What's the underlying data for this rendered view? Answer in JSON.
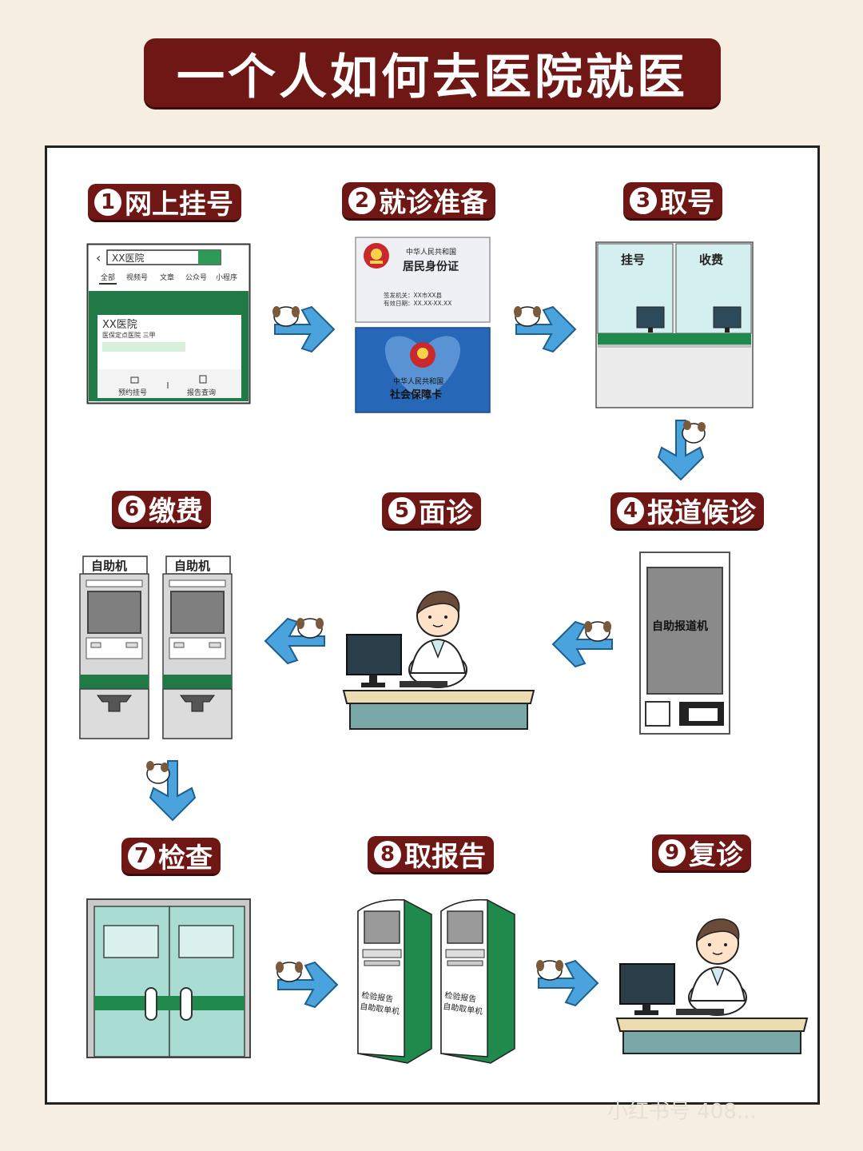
{
  "title": "一个人如何去医院就医",
  "steps": [
    {
      "num": "1",
      "label": "网上挂号"
    },
    {
      "num": "2",
      "label": "就诊准备"
    },
    {
      "num": "3",
      "label": "取号"
    },
    {
      "num": "4",
      "label": "报道候诊"
    },
    {
      "num": "5",
      "label": "面诊"
    },
    {
      "num": "6",
      "label": "缴费"
    },
    {
      "num": "7",
      "label": "检查"
    },
    {
      "num": "8",
      "label": "取报告"
    },
    {
      "num": "9",
      "label": "复诊"
    }
  ],
  "phone": {
    "search_text": "XX医院",
    "tabs": [
      "全部",
      "视频号",
      "文章",
      "公众号",
      "小程序"
    ],
    "hospital_name": "XX医院",
    "hospital_sub": "医保定点医院  三甲",
    "btn_appointment": "预约挂号",
    "btn_report": "报告查询"
  },
  "id_card": {
    "country": "中华人民共和国",
    "title": "居民身份证",
    "line1": "签发机关：XX市XX县",
    "line2": "有效日期：XX.XX-XX.XX"
  },
  "social_card": {
    "country": "中华人民共和国",
    "title": "社会保障卡"
  },
  "counter": {
    "left_label": "挂号",
    "right_label": "收费"
  },
  "checkin_kiosk": {
    "label": "自助报道机"
  },
  "payment_kiosk": {
    "label_left": "自助机",
    "label_right": "自助机"
  },
  "report_machine": {
    "line1": "检验报告",
    "line2": "自助取单机"
  },
  "watermark": "小红书号 408..."
}
